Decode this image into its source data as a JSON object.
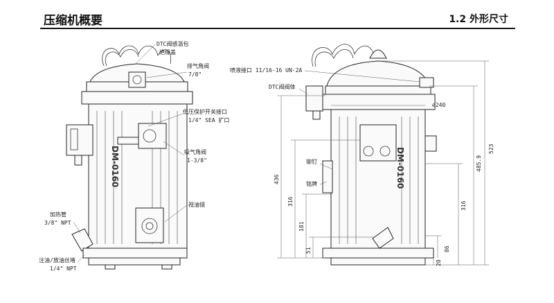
{
  "header": {
    "title": "压缩机概要",
    "section": "1.2 外形尺寸"
  },
  "left_view": {
    "model_text": "DM-0160",
    "labels": {
      "dtc_bulb": "DTC阀感温包",
      "insulation": "绝缘盖",
      "discharge_valve": "排气角阀",
      "discharge_size": "7/8\"",
      "lp_port": "低压保护开关接口",
      "lp_port_size": "1/4\" SEA 扩口",
      "suction_valve": "吸气角阀",
      "suction_size": "1-3/8\"",
      "sight_glass": "视油镜",
      "heater": "加热管",
      "heater_size": "3/8\" NPT",
      "oil_port": "注油/放油丝堵",
      "oil_port_size": "1/4\" NPT"
    }
  },
  "right_view": {
    "model_text": "DM-0160",
    "labels": {
      "injection_port": "喷液接口 11/16-16 UN-2A",
      "dtc_body": "DTC阀阀体",
      "rivet": "铆钉",
      "nameplate": "铭牌"
    },
    "dimensions": {
      "dia": "240",
      "h436": "436",
      "h316a": "316",
      "h181": "181",
      "h51": "51",
      "h523": "523",
      "h485": "485.9",
      "h316b": "316",
      "h86": "86",
      "h20": "20"
    }
  }
}
